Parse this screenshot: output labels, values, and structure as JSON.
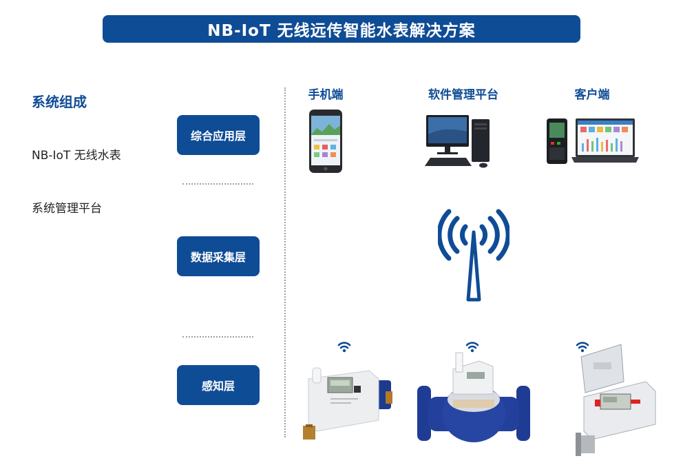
{
  "header": {
    "title": "NB-IoT 无线远传智能水表解决方案"
  },
  "left": {
    "section_title": "系统组成",
    "items": [
      "NB-IoT 无线水表",
      "系统管理平台"
    ]
  },
  "layers": [
    "综合应用层",
    "数据采集层",
    "感知层"
  ],
  "columns": [
    "手机端",
    "软件管理平台",
    "客户端"
  ],
  "colors": {
    "brand": "#0f4c96",
    "meter_blue": "#1e3a8f",
    "meter_white": "#eef0f2"
  },
  "icons": [
    "smartphone-icon",
    "desktop-pc-icon",
    "handheld-laptop-icon",
    "antenna-tower-icon",
    "wifi-icon",
    "water-meter-icon"
  ]
}
